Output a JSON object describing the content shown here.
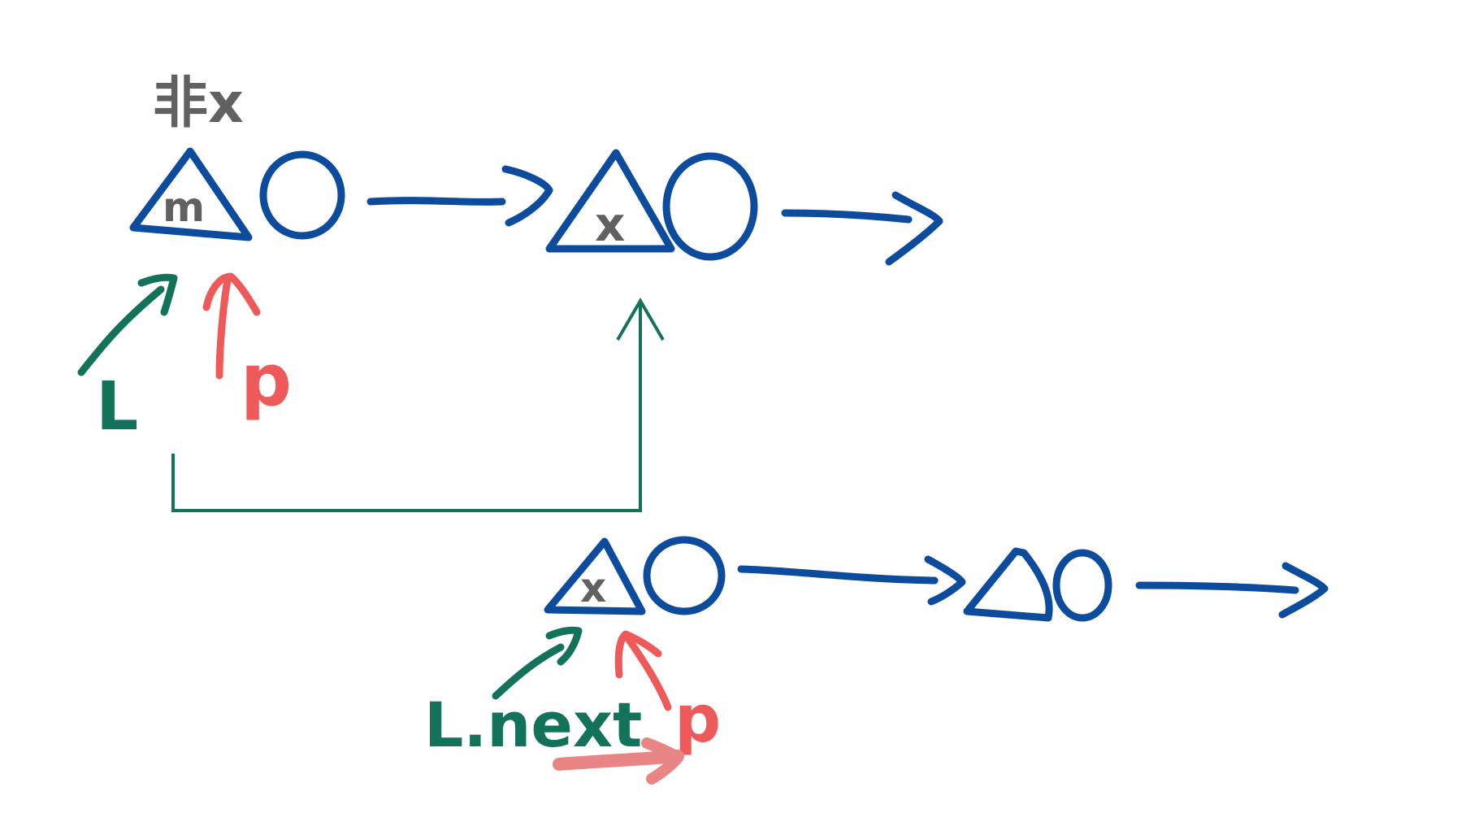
{
  "colors": {
    "node": "#0d4c9c",
    "pointer_l": "#13735a",
    "pointer_p": "#ee5a5a",
    "pointer_p_soft": "#ea8585",
    "value": "#616161",
    "link": "#13735a"
  },
  "top_row": {
    "annotation": "非x",
    "node1_value": "m",
    "node2_value": "x",
    "pointer_l_label": "L",
    "pointer_p_label": "p"
  },
  "bottom_row": {
    "node1_value": "x",
    "pointer_l_label": "L.next",
    "pointer_p_label": "p"
  }
}
